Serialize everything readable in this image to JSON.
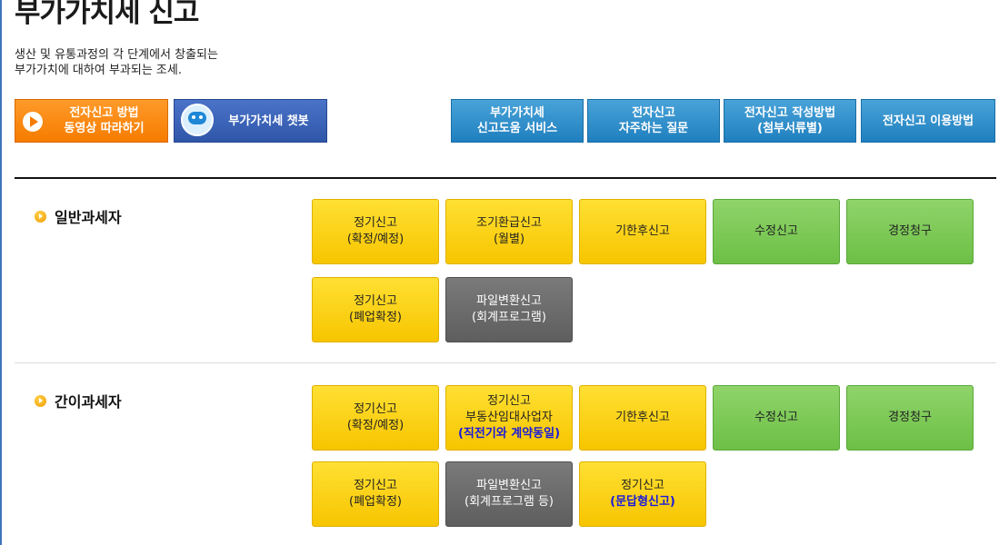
{
  "page": {
    "title": "부가가치세 신고",
    "description": [
      "생산 및 유통과정의 각 단계에서 창출되는",
      "부가가치에 대하여 부과되는 조세."
    ]
  },
  "top_buttons": {
    "video": {
      "line1": "전자신고 방법",
      "line2": "동영상 따라하기",
      "icon": "play-icon"
    },
    "chatbot": {
      "label": "부가가치세 챗봇",
      "icon": "chatbot-icon"
    },
    "help": {
      "line1": "부가가치세",
      "line2": "신고도움 서비스"
    },
    "faq": {
      "line1": "전자신고",
      "line2": "자주하는 질문"
    },
    "guide": {
      "line1": "전자신고 작성방법",
      "line2": "(첨부서류별)"
    },
    "usage": {
      "label": "전자신고 이용방법"
    }
  },
  "general": {
    "label": "일반과세자",
    "tiles": {
      "regular": {
        "line1": "정기신고",
        "line2": "(확정/예정)"
      },
      "early_refund": {
        "line1": "조기환급신고",
        "line2": "(월별)"
      },
      "late": {
        "label": "기한후신고"
      },
      "amended": {
        "label": "수정신고"
      },
      "correction": {
        "label": "경정청구"
      },
      "closure": {
        "line1": "정기신고",
        "line2": "(폐업확정)"
      },
      "file_convert": {
        "line1": "파일변환신고",
        "line2": "(회계프로그램)"
      }
    }
  },
  "simplified": {
    "label": "간이과세자",
    "tiles": {
      "regular": {
        "line1": "정기신고",
        "line2": "(확정/예정)"
      },
      "real_estate": {
        "line1": "정기신고",
        "line2": "부동산임대사업자",
        "line3": "(직전기와 계약동일)"
      },
      "late": {
        "label": "기한후신고"
      },
      "amended": {
        "label": "수정신고"
      },
      "correction": {
        "label": "경정청구"
      },
      "closure": {
        "line1": "정기신고",
        "line2": "(폐업확정)"
      },
      "file_convert": {
        "line1": "파일변환신고",
        "line2": "(회계프로그램 등)"
      },
      "qa": {
        "line1": "정기신고",
        "line2": "(문답형신고)"
      }
    }
  },
  "colors": {
    "tile_yellow": "#f7c500",
    "tile_green": "#6dbf46",
    "tile_gray": "#5e5e5e",
    "button_orange": "#f57c00",
    "button_blue": "#1f7fbf",
    "button_navy": "#2f56a8",
    "highlight_text": "#1a1adb"
  }
}
